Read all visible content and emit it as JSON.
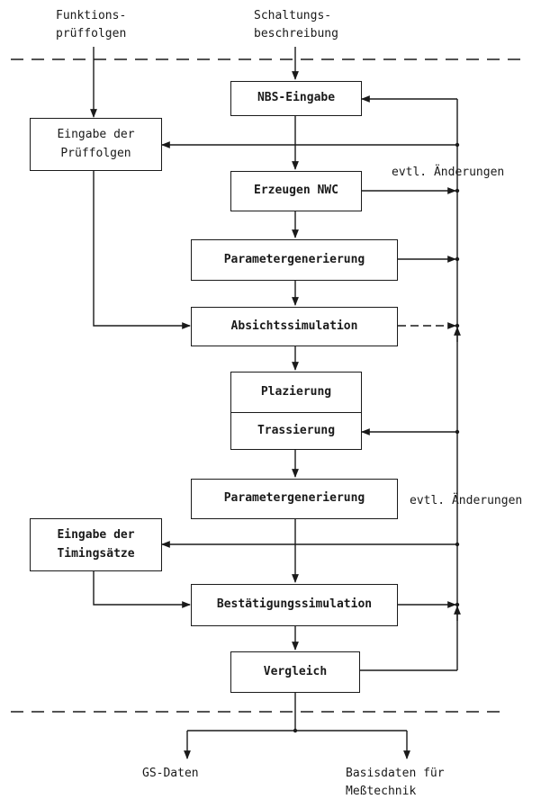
{
  "inputs": {
    "funktion": "Funktions-\nprüffolgen",
    "schaltung": "Schaltungs-\nbeschreibung"
  },
  "boxes": {
    "nbs_eingabe": "NBS-Eingabe",
    "eingabe_prueffolgen": "Eingabe der\nPrüffolgen",
    "erzeugen_nwc": "Erzeugen NWC",
    "parametergenerierung_1": "Parametergenerierung",
    "absichtssimulation": "Absichtssimulation",
    "plazierung": "Plazierung",
    "trassierung": "Trassierung",
    "parametergenerierung_2": "Parametergenerierung",
    "eingabe_timingsaetze": "Eingabe der\nTimingsätze",
    "bestaetigungssimulation": "Bestätigungssimulation",
    "vergleich": "Vergleich"
  },
  "notes": {
    "aenderungen_1": "evtl. Änderungen",
    "aenderungen_2": "evtl. Änderungen"
  },
  "outputs": {
    "gs_daten": "GS-Daten",
    "basisdaten": "Basisdaten für\nMeßtechnik"
  },
  "colors": {
    "ink": "#1a1a1a",
    "paper": "#ffffff"
  }
}
